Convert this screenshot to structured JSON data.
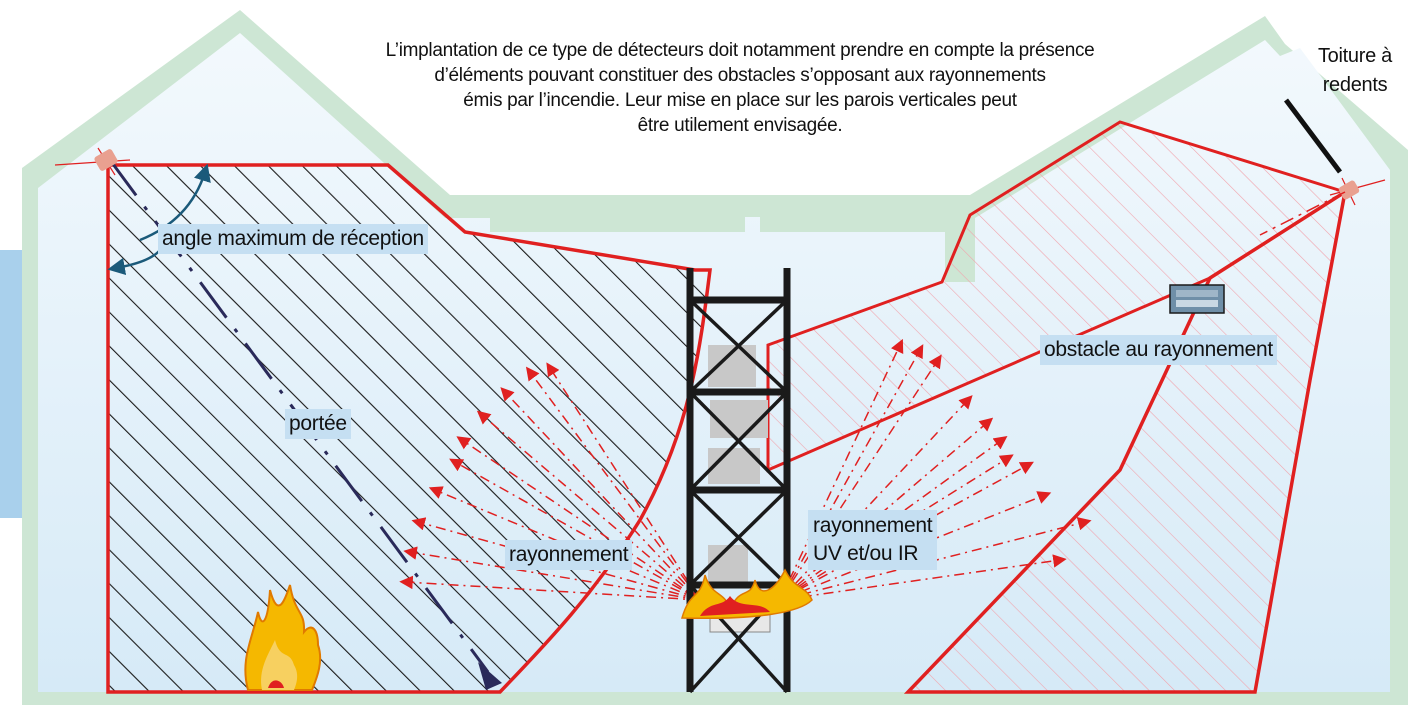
{
  "note": {
    "lines": [
      "L’implantation de ce type de détecteurs doit notamment prendre en compte la présence",
      "d’éléments pouvant constituer des obstacles s’opposant aux rayonnements",
      "émis par l’incendie. Leur mise en place sur les parois verticales peut",
      "être utilement envisagée."
    ]
  },
  "roof_label": {
    "lines": [
      "Toiture à",
      "redents"
    ]
  },
  "labels": {
    "angle": "angle maximum de réception",
    "range": "portée",
    "radiation_left": "rayonnement",
    "radiation_uv_ir": [
      "rayonnement",
      "UV et/ou IR"
    ],
    "obstacle": "obstacle au rayonnement"
  },
  "colors": {
    "building_wall": "#cde6d4",
    "interior": "#eaf4fb",
    "label_bg": "#c5dff2",
    "zone_outline": "#e02020",
    "hatch_dark": "#1a1a1a",
    "hatch_light": "#f2a0a8",
    "rack": "#1a1a1a",
    "range_line": "#2a2a5a",
    "angle_arrows": "#1b5a7a",
    "flame": "#f5b800"
  },
  "icons": [
    "detector-left-icon",
    "detector-right-icon",
    "fire-floor-icon",
    "fire-rack-icon",
    "obstacle-box-icon",
    "rack-structure"
  ]
}
